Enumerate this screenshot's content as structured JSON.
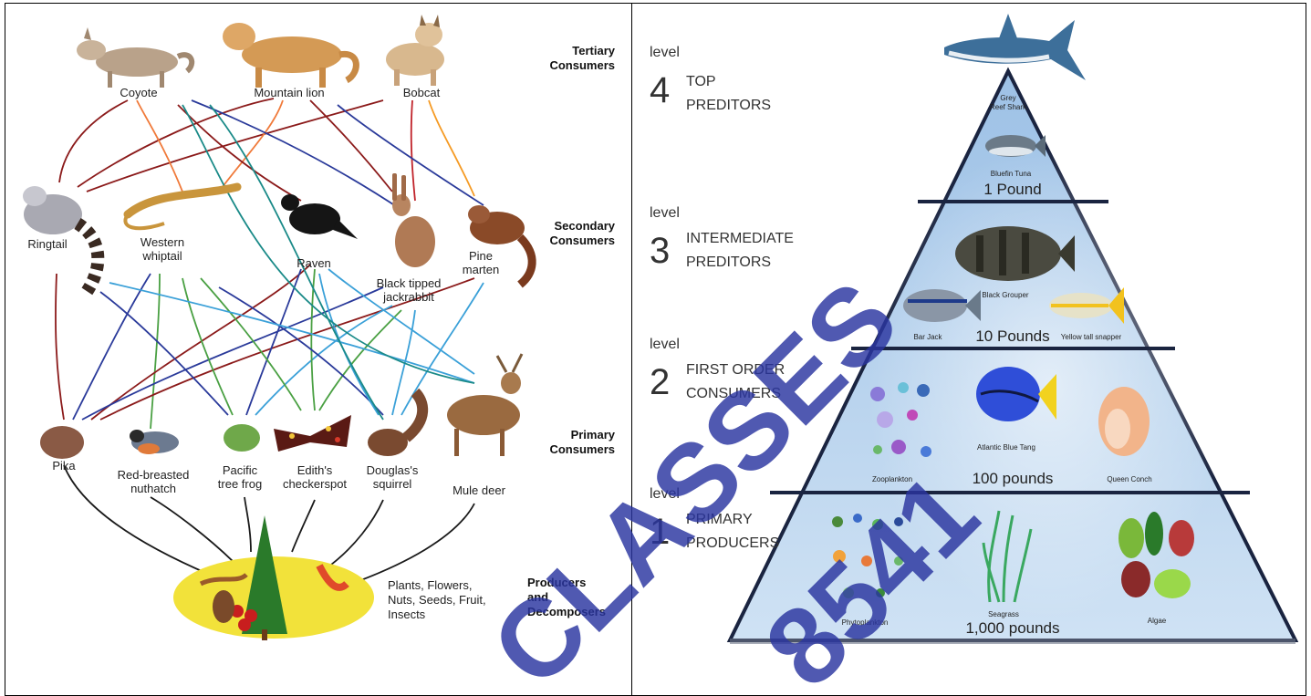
{
  "food_web": {
    "headers": {
      "tertiary": [
        "Tertiary",
        "Consumers"
      ],
      "secondary": [
        "Secondary",
        "Consumers"
      ],
      "primary": [
        "Primary",
        "Consumers"
      ],
      "producers": [
        "Producers",
        "and",
        "Decomposers"
      ]
    },
    "tertiary": [
      "Coyote",
      "Mountain lion",
      "Bobcat"
    ],
    "secondary": {
      "ringtail": "Ringtail",
      "whiptail": [
        "Western",
        "whiptail"
      ],
      "raven": "Raven",
      "jackrabbit": [
        "Black tipped",
        "jackrabbit"
      ],
      "marten": [
        "Pine",
        "marten"
      ]
    },
    "primary": {
      "pika": "Pika",
      "nuthatch": [
        "Red-breasted",
        "nuthatch"
      ],
      "frog": [
        "Pacific",
        "tree frog"
      ],
      "checkerspot": [
        "Edith's",
        "checkerspot"
      ],
      "squirrel": [
        "Douglas's",
        "squirrel"
      ],
      "deer": "Mule deer"
    },
    "producers_text": [
      "Plants, Flowers,",
      "Nuts, Seeds, Fruit,",
      "Insects"
    ]
  },
  "pyramid": {
    "levels": [
      {
        "level_word": "level",
        "number": "4",
        "title": [
          "TOP",
          "PREDITORS"
        ]
      },
      {
        "level_word": "level",
        "number": "3",
        "title": [
          "INTERMEDIATE",
          "PREDITORS"
        ]
      },
      {
        "level_word": "level",
        "number": "2",
        "title": [
          "FIRST ORDER",
          "CONSUMERS"
        ]
      },
      {
        "level_word": "level",
        "number": "1",
        "title": [
          "PRIMARY",
          "PRODUCERS"
        ]
      }
    ],
    "organisms": {
      "shark": [
        "Grey",
        "Reef Shark"
      ],
      "tuna": "Bluefin Tuna",
      "grouper": "Black Grouper",
      "barjack": "Bar Jack",
      "snapper": "Yellow tall snapper",
      "zooplankton": "Zooplankton",
      "tang": "Atlantic Blue Tang",
      "conch": "Queen Conch",
      "phytoplankton": "Phytoplankton",
      "seagrass": "Seagrass",
      "algae": "Algae"
    },
    "weights": [
      "1 Pound",
      "10 Pounds",
      "100 pounds",
      "1,000 pounds"
    ]
  },
  "watermark": [
    "CLASSES",
    "8541"
  ],
  "colors": {
    "pyramid_fill": "#bcd6ee",
    "watermark": "#2a35a0"
  }
}
